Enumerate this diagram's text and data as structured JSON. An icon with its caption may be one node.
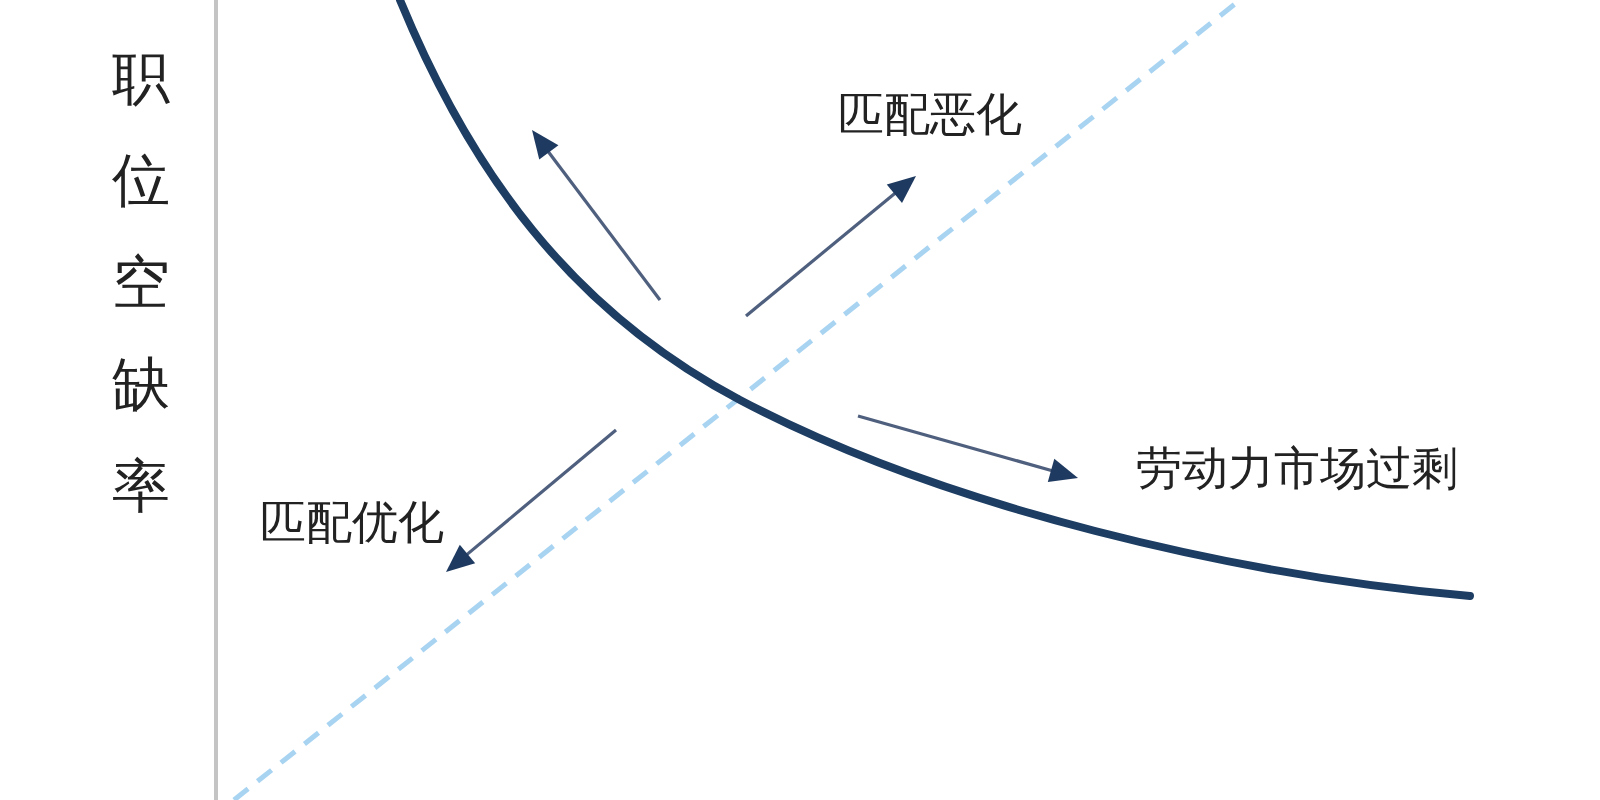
{
  "diagram": {
    "labels": [
      "职位空缺率",
      "匹配恶化",
      "劳动力市场过剩",
      "匹配优化"
    ]
  }
}
